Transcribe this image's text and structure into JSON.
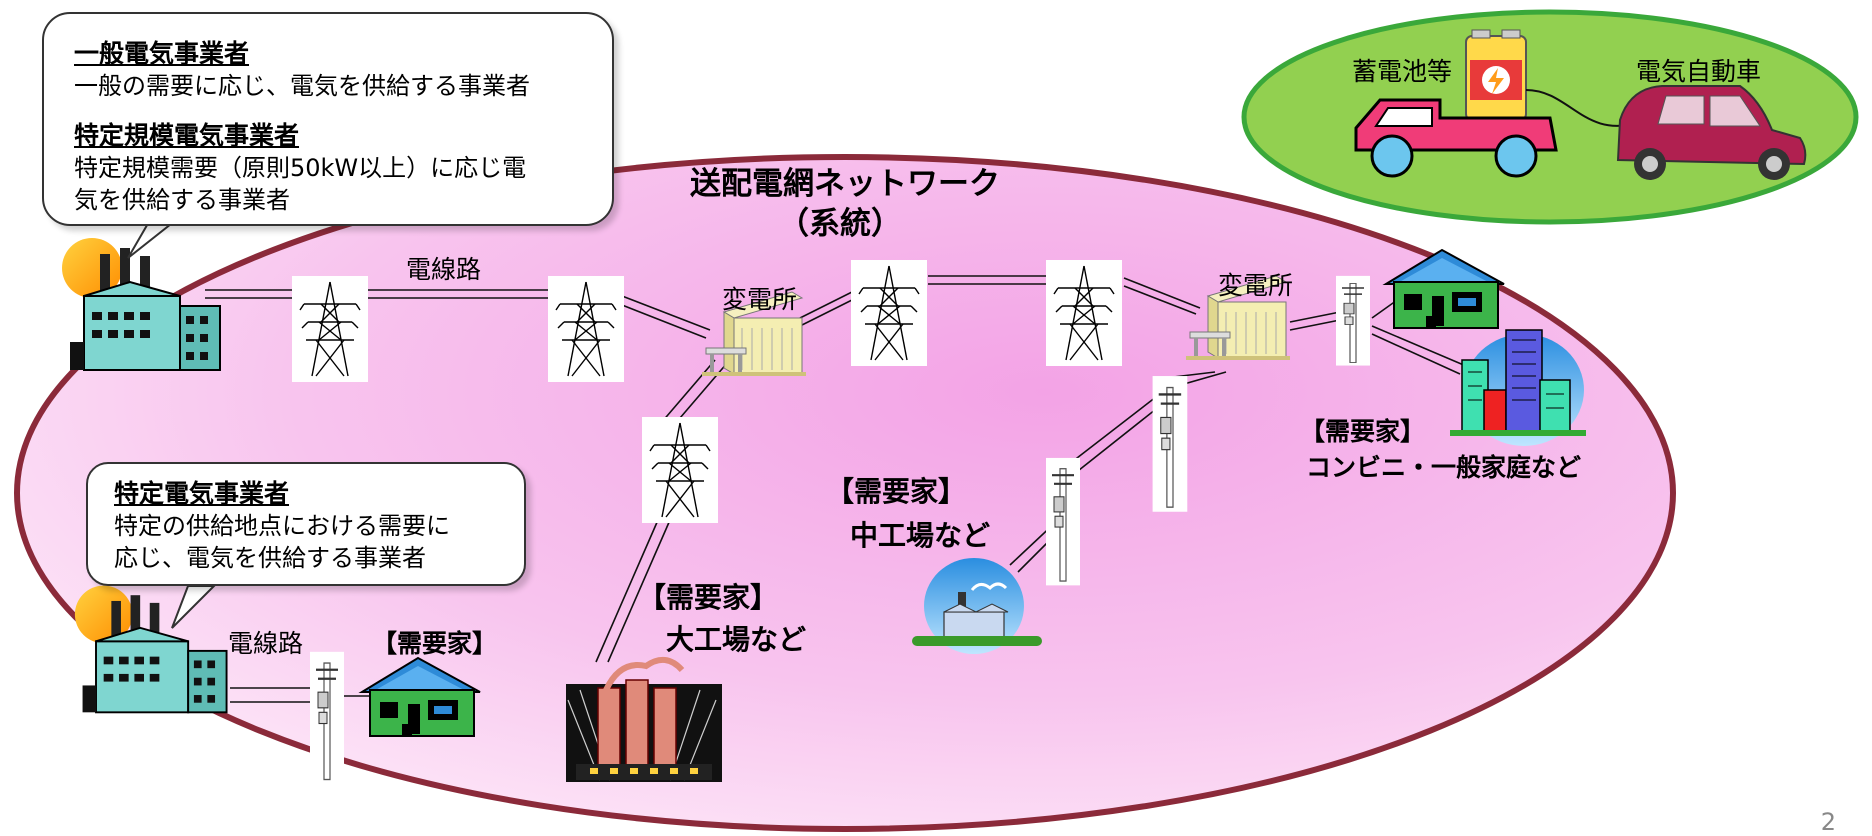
{
  "network": {
    "title_line1": "送配電網ネットワーク",
    "title_line2": "（系統）"
  },
  "callout_general": {
    "heading1": "一般電気事業者",
    "body1": "一般の需要に応じ、電気を供給する事業者",
    "heading2": "特定規模電気事業者",
    "body2_line1": "特定規模需要（原則50kW以上）に応じ電",
    "body2_line2": "気を供給する事業者"
  },
  "callout_specific": {
    "heading": "特定電気事業者",
    "body_line1": "特定の供給地点における需要に",
    "body_line2": "応じ、電気を供給する事業者"
  },
  "labels": {
    "power_line_top": "電線路",
    "substation_1": "変電所",
    "substation_2": "変電所",
    "power_line_bottom": "電線路",
    "consumer_bottom": "【需要家】",
    "consumer_large_1": "【需要家】",
    "consumer_large_2": "大工場など",
    "consumer_medium_1": "【需要家】",
    "consumer_medium_2": "中工場など",
    "consumer_small_1": "【需要家】",
    "consumer_small_2": "コンビニ・一般家庭など"
  },
  "ev_panel": {
    "battery_label": "蓄電池等",
    "ev_label": "電気自動車"
  },
  "page_number": "2",
  "colors": {
    "network_fill_light": "#fde6f7",
    "network_fill_dark": "#f5a6e6",
    "network_border": "#8b2a3a",
    "ev_fill": "#92d050",
    "ev_border": "#3aa83a"
  }
}
